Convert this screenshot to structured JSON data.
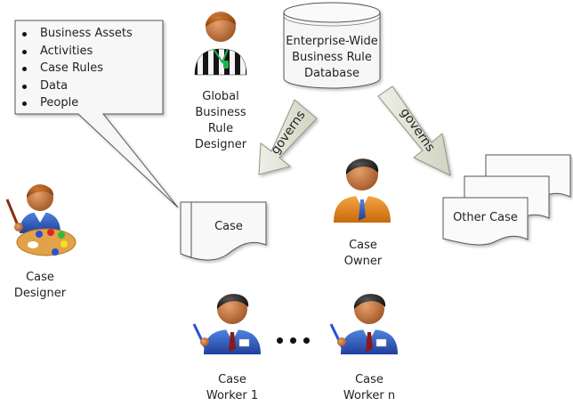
{
  "callout": {
    "items": [
      "Business Assets",
      "Activities",
      "Case Rules",
      "Data",
      "People"
    ]
  },
  "database": {
    "lines": [
      "Enterprise-Wide",
      "Business Rule",
      "Database"
    ]
  },
  "arrows": [
    {
      "label": "governs"
    },
    {
      "label": "governs"
    }
  ],
  "documents": {
    "case": "Case",
    "other_case": "Other Case"
  },
  "actors": {
    "global_designer": [
      "Global",
      "Business",
      "Rule",
      "Designer"
    ],
    "case_designer": [
      "Case",
      "Designer"
    ],
    "case_owner": [
      "Case",
      "Owner"
    ],
    "worker_1": [
      "Case",
      "Worker 1"
    ],
    "worker_n": [
      "Case",
      "Worker n"
    ]
  },
  "colors": {
    "arrow_fill": "#dfe2d3",
    "skin": "#b86a38",
    "owner_suit": "#e3891c",
    "worker_suit": "#2f5fc0",
    "tie_blue": "#2436a8",
    "tie_red": "#8a1a1a"
  }
}
